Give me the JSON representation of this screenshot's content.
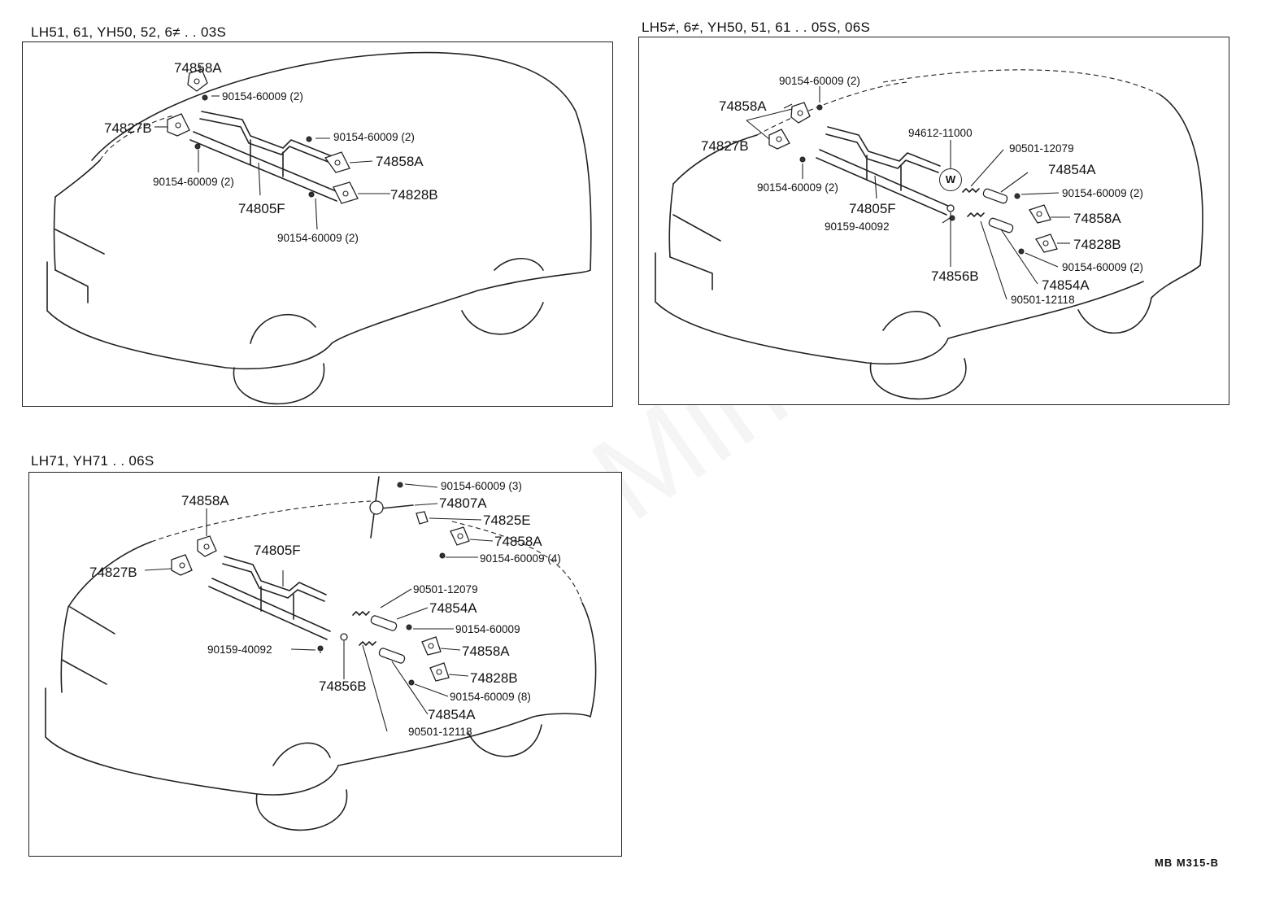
{
  "watermark": "ToyotaCarMiner.ru",
  "page_code": "MB  M315-B",
  "panels": {
    "left": {
      "title": "LH51, 61, YH50, 52, 6≠ . . 03S",
      "labels": [
        "74858A",
        "90154-60009 (2)",
        "74827B",
        "90154-60009 (2)",
        "74858A",
        "90154-60009 (2)",
        "74805F",
        "74828B",
        "90154-60009 (2)"
      ]
    },
    "right": {
      "title": "LH5≠, 6≠, YH50, 51, 61 . . 05S, 06S",
      "labels": [
        "90154-60009 (2)",
        "74858A",
        "74827B",
        "94612-11000",
        "W",
        "90501-12079",
        "74854A",
        "90154-60009 (2)",
        "90154-60009 (2)",
        "74805F",
        "90159-40092",
        "74858A",
        "74828B",
        "90154-60009 (2)",
        "74856B",
        "74854A",
        "90501-12118"
      ]
    },
    "bottom": {
      "title": "LH71, YH71 . . 06S",
      "labels": [
        "90154-60009 (3)",
        "74858A",
        "74807A",
        "74825E",
        "74805F",
        "74858A",
        "90154-60009 (4)",
        "74827B",
        "90501-12079",
        "74854A",
        "90154-60009",
        "90159-40092",
        "74858A",
        "74828B",
        "90154-60009 (8)",
        "74856B",
        "74854A",
        "90501-12118"
      ]
    }
  }
}
